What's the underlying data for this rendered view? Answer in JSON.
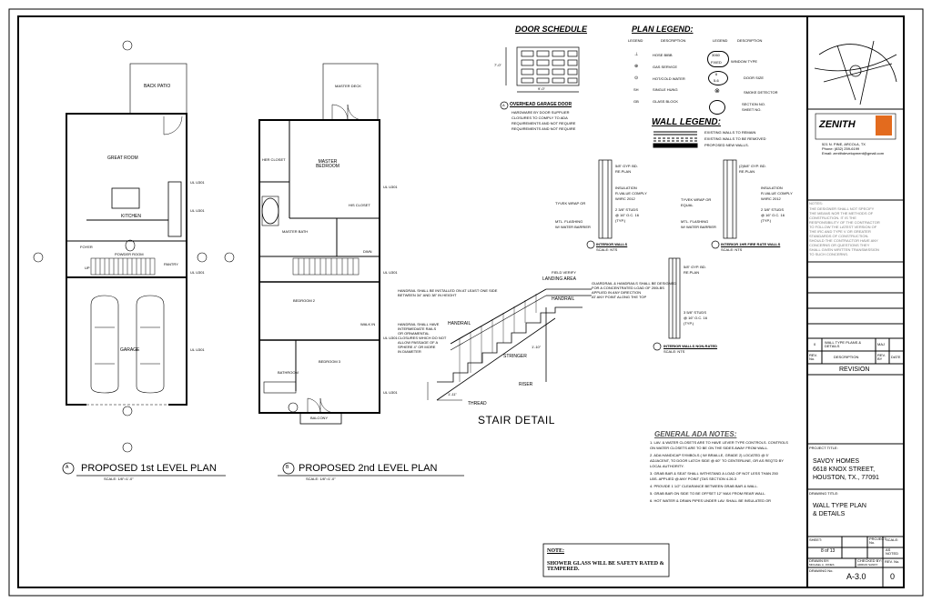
{
  "door_schedule": {
    "title": "DOOR SCHEDULE",
    "dim_width": "9'-0\"",
    "dim_height": "7'-0\"",
    "tag": "A",
    "door_name": "OVERHEAD GARAGE DOOR",
    "notes": [
      "HARDWARE BY DOOR SUPPLIER",
      "CLOSURES TO COMPLY TO ADA",
      "REQUIREMENTS AND NOT REQUIRE",
      "REQUIREMENTS AND NOT REQUIRE"
    ]
  },
  "plan_legend": {
    "title": "PLAN LEGEND:",
    "col_legend": "LEGEND",
    "col_description": "DESCRIPTION",
    "left_items": [
      "HOSE BIBB",
      "GAS SERVICE",
      "HOT/COLD WATER",
      "SINGLE HUNG",
      "GLASS BLOCK"
    ],
    "left_codes": [
      "",
      "",
      "",
      "SH",
      "GB"
    ],
    "right_items": [
      "WINDOW TYPE",
      "DOOR SIZE",
      "SMOKE DETECTOR",
      "SECTION NO.",
      "SHEET NO."
    ],
    "window_code_1": "3060",
    "window_code_2": "FIXED",
    "door_code_1": "6",
    "door_code_2": "5-6"
  },
  "wall_legend": {
    "title": "WALL LEGEND:",
    "items": [
      "EXISTING WALLS TO REMAIN",
      "EXISTING WALLS TO BE REMOVED",
      "PROPOSED NEW WALLS."
    ]
  },
  "wall_details": {
    "a_labels": [
      "5/8\" GYP. BD.",
      "RE.PLAN",
      "INSULATION",
      "R-VALUE COMPLY",
      "W/IRC 2012",
      "TYVEK WRAP OR",
      "2 3/8\" STUDS",
      "@ 16\" O.C. 16",
      "(TYP.)",
      "MTL. FLASHING",
      "W/ WATER BARRIER"
    ],
    "a_title": "INTERIOR WALLS",
    "b_labels": [
      "(2)5/8\" GYP. BD.",
      "RE.PLAN",
      "INSULATION",
      "R-VALUE COMPLY",
      "W/IRC 2012",
      "TYVEK WRAP OR",
      "EQUAL",
      "2 3/8\" STUDS",
      "@ 16\" O.C. 16",
      "(TYP.)",
      "MTL. FLASHING",
      "W/ WATER BARRIER"
    ],
    "b_title": "INTERIOR 1HR FIRE RATE WALLS",
    "c_labels": [
      "5/8\" GYP. BD.",
      "RE.PLAN",
      "3 5/8\" STUDS",
      "@ 16\" O.C. 16",
      "(TYP.)"
    ],
    "c_title": "INTERIOR WALLS NON-RATED",
    "scale_note": "SCALE: NTS"
  },
  "stair_detail": {
    "title": "STAIR DETAIL",
    "labels": [
      "FIELD VERIFY",
      "LANDING AREA",
      "HANDRAIL",
      "HANDRAIL",
      "STRINGER",
      "RISER",
      "THREAD",
      "1'-10\"",
      "1'-11\""
    ],
    "note_left": [
      "HANDRAIL SHALL BE INSTALLED ON AT LEAST ONE SIDE",
      "BETWEEN 34\" AND 38\" IN HEIGHT",
      "HANDRAIL SHALL HAVE",
      "INTERMEDIATE RAILS",
      "OR ORNAMENTAL",
      "CLOSURES WHICH DO NOT",
      "ALLOW PASSAGE OF A",
      "SPHERE 4\" OR MORE",
      "IN DIAMETER"
    ],
    "note_right": [
      "GUARDRAIL & HANDRAILS SHALL BE DESIGNED",
      "FOR A CONCENTRATED LOAD OF 200LBS",
      "APPLIED IN ANY DIRECTION",
      "AT ANY POINT ALONG THE TOP"
    ]
  },
  "plan1": {
    "title": "PROPOSED 1st LEVEL PLAN",
    "tag": "A",
    "scale": "SCALE: 1/8\"=1'-0\"",
    "rooms": [
      "BACK PATIO",
      "GREAT ROOM",
      "KITCHEN",
      "POWDER ROOM",
      "FOYER",
      "PANTRY",
      "UP",
      "GARAGE"
    ],
    "wall_tags": [
      "UL U301",
      "UL U301",
      "UL U301",
      "UL U301"
    ]
  },
  "plan2": {
    "title": "PROPOSED 2nd LEVEL PLAN",
    "tag": "B",
    "scale": "SCALE: 1/8\"=1'-0\"",
    "rooms": [
      "MASTER DECK",
      "MASTER BEDROOM",
      "HER CLOSET",
      "HIS CLOSET",
      "MASTER BATH",
      "DWN",
      "BEDROOM 2",
      "WALK IN",
      "BEDROOM 3",
      "BATHROOM",
      "BALCONY"
    ],
    "wall_tags": [
      "UL U301",
      "UL U301",
      "UL U301",
      "UL U301"
    ]
  },
  "ada_notes": {
    "title": "GENERAL ADA NOTES:",
    "items": [
      "1. LAV. & WATER CLOSETS ARE TO HAVE LEVER TYPE CONTROLS. CONTROLS",
      "   ON WATER CLOSETS ARE TO BE ON THE SIDES AWAY FROM WALL.",
      "2. ADA HANDICAP SYMBOLS (   W/ BRAILLE, GRADE 2) LOCATED @ 5'",
      "   ADJACENT, TO DOOR LATCH SIDE @ 60\" TO CENTERLINE, OR AS REQTD BY",
      "   LOCAL AUTHORITY.",
      "3. GRAB BAR & SEAT SHALL WITHSTAND A LOAD OF NOT LESS THAN 250",
      "   LBS. APPLIED @ ANY POINT (TAS SECTION 4.26.3",
      "4. PROVIDE 1 1/2\" CLEARANCE BETWEEN GRAB BAR & WALL.",
      "5. GRAB BAR ON SIDE TO BE OFFSET 12\" MAX FROM REAR WALL.",
      "6. HOT WATER & DRAIN PIPES UNDER LAV. SHALL BE INSULATED OR"
    ]
  },
  "shower_note": {
    "title": "NOTE:",
    "text": "SHOWER GLASS WILL BE SAFETY RATED  &  TEMPERED."
  },
  "title_block": {
    "logo_text": "ZENITH",
    "address_1": "521 N. PINE, ARCOLA, TX",
    "phone": "Phone: (832) 259-6199",
    "email": "Email: zenithdevelopment@gmail.com",
    "notes": [
      "NOTES:",
      "THE DESIGNER SHALL NOT SPECIFY",
      "THE MEANS NOR THE METHODS OF",
      "CONSTRUCTION.  IT IS THE",
      "RESPONSIBILITY OF THE CONTRACTOR",
      "TO FOLLOW THE LATEST VERSION OF",
      "THE IRC AND TYPE V OR GREATER",
      "STANDARDS OF CONSTRUCTION.",
      "SHOULD THE CONTRACTOR HAVE ANY",
      "CONCERNS OR QUESTIONS THEY",
      "SHALL GIVEN WRITTEN TRANSMISSION",
      "TO SUCH CONCERNS."
    ],
    "rev_no": "0",
    "rev_desc": "WALL TYPE PLANS & DETAILS",
    "rev_by": "MAJ",
    "col_rev": "REV. No.",
    "col_desc": "DESCRIPTION",
    "col_by": "REV. BY",
    "col_date": "DATE",
    "revision": "REVISION",
    "project_label": "PROJECT TITLE:",
    "project_lines": [
      "SAVOY HOMES",
      "6618 KNOX STREET,",
      "HOUSTON, TX., 77091"
    ],
    "drawing_label": "DRAWING TITLE:",
    "drawing_lines": [
      "WALL TYPE PLAN",
      "& DETAILS"
    ],
    "sheet_label": "SHEET:",
    "sheet_value": "8 of 13",
    "project_no_label": "PROJECT No.",
    "scale_label": "SCALE:",
    "scale_value": "AS NOTED",
    "drawn_label": "DRAWN BY:",
    "drawn_value": "MICHAEL A. JONES",
    "checked_label": "CHECKED BY:",
    "checked_value": "ADRIAN SANDY",
    "drawing_no_label": "DRAWING No.",
    "drawing_no": "A-3.0",
    "rev_no_label": "REV. No.",
    "rev_no_value": "0"
  }
}
